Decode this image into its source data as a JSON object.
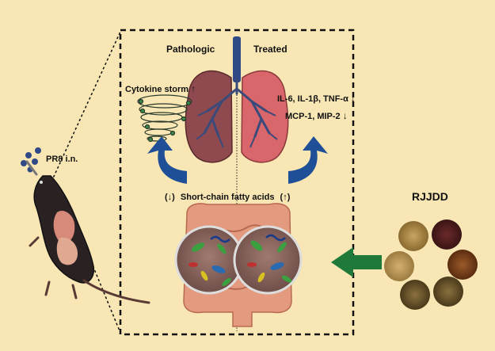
{
  "labels": {
    "pathologic": "Pathologic",
    "treated": "Treated",
    "cytokine_storm": "Cytokine storm",
    "cytokines_line1": "IL-6, IL-1β, TNF-α",
    "cytokines_line2": "MCP-1, MIP-2",
    "scfa_text": "Short-chain fatty acids",
    "scfa_left": "(↓)",
    "scfa_right": "(↑)",
    "pr8": "PR8 i.n.",
    "rjjdd": "RJJDD"
  },
  "colors": {
    "background": "#f8e7b5",
    "lung_diseased": "#8e4a4e",
    "lung_treated": "#d9666a",
    "trachea": "#2f4a86",
    "curved_arrow": "#1f4f96",
    "green_arrow": "#1f7a3a",
    "intestine": "#e39a7e",
    "microbe_circle": "#8b6a62"
  }
}
